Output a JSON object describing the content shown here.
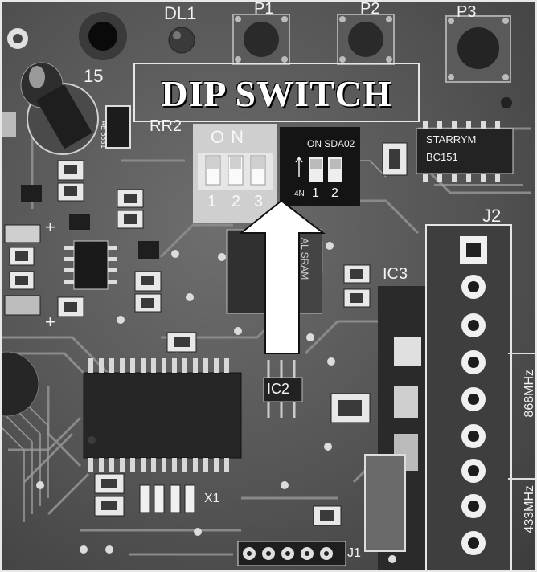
{
  "board": {
    "banner": "DIP SWITCH",
    "labels": {
      "d1": "DL1",
      "p1": "P1",
      "p2": "P2",
      "p3": "P3",
      "c15": "15",
      "rr2": "RR2",
      "j2": "J2",
      "ic3": "IC3",
      "ic2": "IC2",
      "x1": "X1",
      "j1": "J1",
      "band868": "868MHz",
      "band433": "433MHz",
      "plus_top": "+",
      "plus_bottom": "+",
      "chip_top": "STARRYM",
      "chip_code": "BC151",
      "cap_mark": "AE 5831",
      "ic2_side_mark": "AL SRAM"
    },
    "dip_switch_3": {
      "header": "ON",
      "positions": [
        "1",
        "2",
        "3"
      ]
    },
    "dip_switch_2": {
      "header": "ON SDA02",
      "positions": [
        "4N",
        "1",
        "2"
      ]
    }
  }
}
